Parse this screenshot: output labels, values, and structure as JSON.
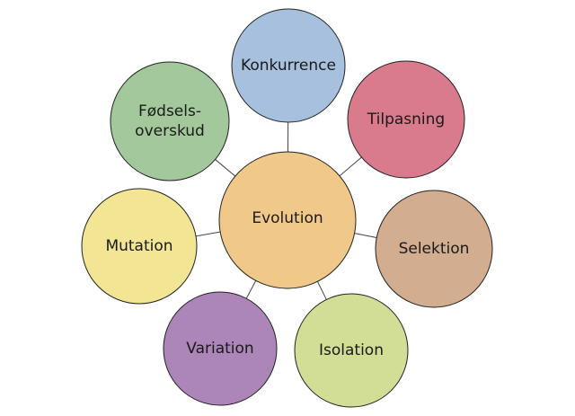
{
  "center": {
    "label": "Evolution",
    "color": "#f0c98a"
  },
  "nodes": [
    {
      "id": "konkurrence",
      "lines": [
        "Konkurrence"
      ],
      "color": "#a7c0dd"
    },
    {
      "id": "tilpasning",
      "lines": [
        "Tilpasning"
      ],
      "color": "#d97b8c"
    },
    {
      "id": "selektion",
      "lines": [
        "Selektion"
      ],
      "color": "#d2ad8f"
    },
    {
      "id": "isolation",
      "lines": [
        "Isolation"
      ],
      "color": "#d2dd95"
    },
    {
      "id": "variation",
      "lines": [
        "Variation"
      ],
      "color": "#ad86b9"
    },
    {
      "id": "mutation",
      "lines": [
        "Mutation"
      ],
      "color": "#f2e695"
    },
    {
      "id": "foedselsoverskud",
      "lines": [
        "Fødsels-",
        "overskud"
      ],
      "color": "#a3c89c"
    }
  ]
}
